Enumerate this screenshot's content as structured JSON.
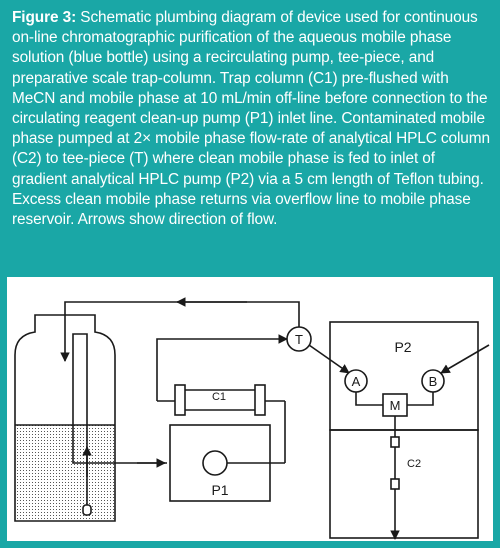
{
  "caption": {
    "label": "Figure 3:",
    "text": "Schematic plumbing diagram of device used for continuous on-line chromatographic purification of the aqueous mobile phase solution (blue bottle) using a recirculating pump, tee-piece, and preparative scale trap-column. Trap column (C1) pre-flushed with MeCN and mobile phase at 10 mL/min off-line before connection to the circulating reagent clean-up pump (P1) inlet line. Contaminated mobile phase pumped at 2× mobile phase flow-rate of analytical HPLC column (C2) to tee-piece (T) where clean mobile phase is fed to inlet of gradient analytical HPLC pump (P2) via a 5 cm length of Teflon tubing. Excess clean mobile phase returns via overflow line to mobile phase reservoir. Arrows show direction of flow."
  },
  "diagram": {
    "labels": {
      "trap_column": "C1",
      "pump_p1": "P1",
      "tee": "T",
      "pump_p2": "P2",
      "inlet_a": "A",
      "inlet_b": "B",
      "mixer": "M",
      "column_c2": "C2"
    },
    "colors": {
      "background": "#1aa7a6",
      "panel": "#ffffff",
      "line": "#1a1a1a",
      "caption_text": "#ffffff"
    }
  }
}
